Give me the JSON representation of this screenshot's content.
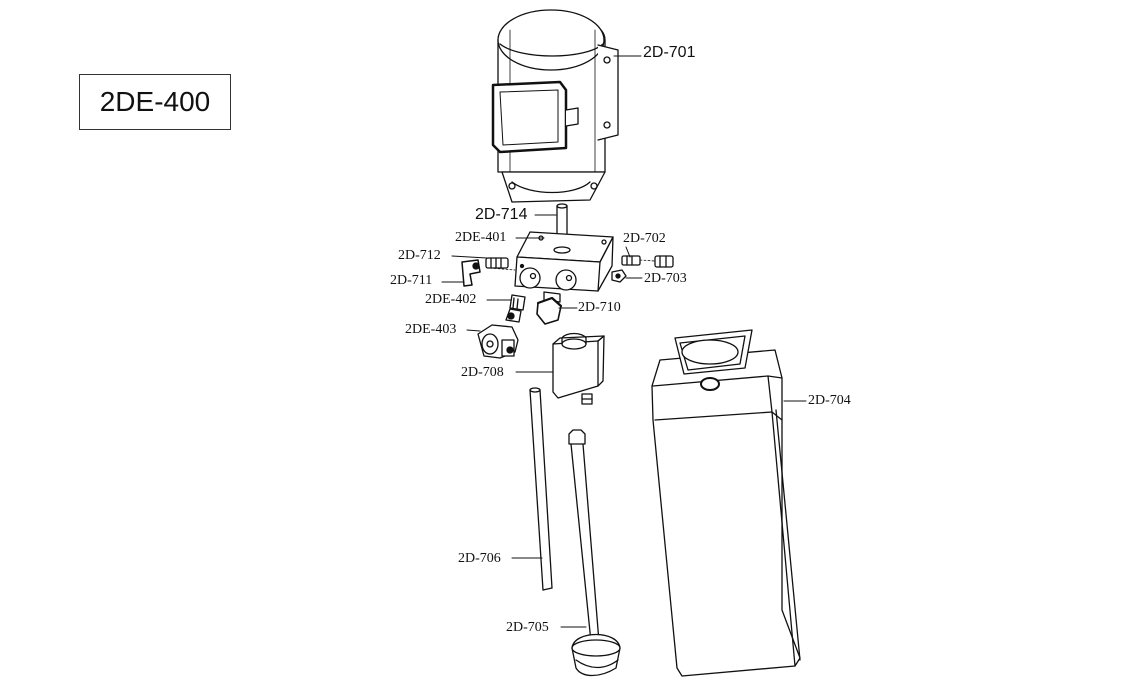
{
  "title": "2DE-400",
  "callouts": {
    "motor": "2D-701",
    "pipe_short": "2D-714",
    "block": "2DE-401",
    "fitting_left": "2D-712",
    "elbow_left": "2D-711",
    "connector_right": "2D-702",
    "nut_right": "2D-703",
    "fitting_bottom": "2DE-402",
    "valve": "2D-710",
    "bracket": "2DE-403",
    "solenoid": "2D-708",
    "tank": "2D-704",
    "tube": "2D-706",
    "suction_pipe": "2D-705"
  }
}
